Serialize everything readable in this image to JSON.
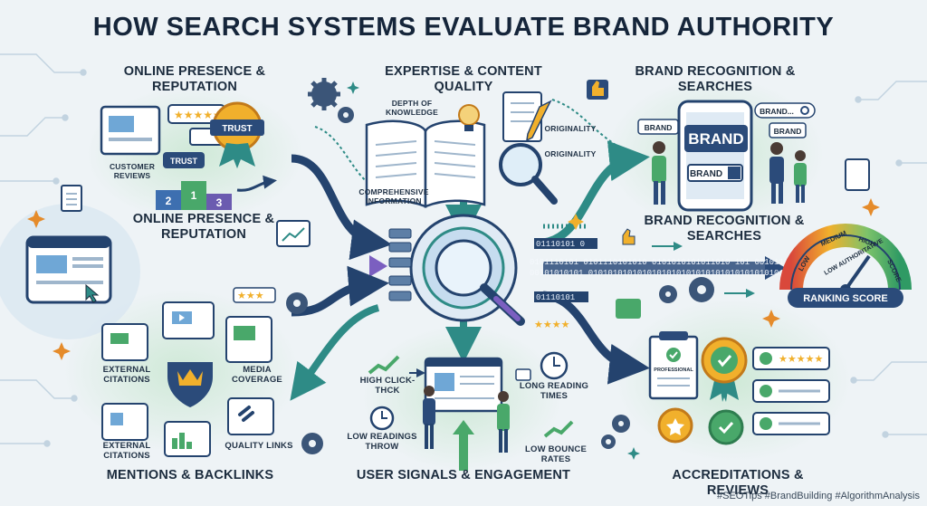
{
  "title": "HOW SEARCH SYSTEMS EVALUATE BRAND AUTHORITY",
  "sections": {
    "online_presence": {
      "heading": "ONLINE PRESENCE & REPUTATION",
      "heading_repeat": "ONLINE PRESENCE & REPUTATION",
      "badge": "TRUST",
      "small_badge": "TRUST",
      "customer_reviews": "CUSTOMER REVIEWS",
      "podium": [
        "2",
        "1",
        "3"
      ]
    },
    "expertise": {
      "heading": "EXPERTISE & CONTENT QUALITY",
      "depth_of_knowledge": "DEPTH OF KNOWLEDGE",
      "originality_1": "ORIGINALITY",
      "originality_2": "ORIGINALITY",
      "comprehensive_information": "COMPREHENSIVE INFORMATION"
    },
    "brand_recognition": {
      "heading": "BRAND RECOGNITION & SEARCHES",
      "heading_repeat": "BRAND RECOGNITION & SEARCHES",
      "phone_brand": "BRAND",
      "search_brand": "BRAND",
      "bubble_brand_left": "BRAND",
      "bubble_brand_right": "BRAND",
      "search_bar": "BRAND..."
    },
    "ranking": {
      "label": "RANKING SCORE",
      "gauge_labels": [
        "LOW",
        "MEDIUM",
        "HIGH",
        "SCORE"
      ],
      "gauge_inner": "LOW AUTHORITATIVE"
    },
    "mentions": {
      "heading": "MENTIONS & BACKLINKS",
      "external_citations_1": "EXTERNAL CITATIONS",
      "external_citations_2": "EXTERNAL CITATIONS",
      "media_coverage": "MEDIA COVERAGE",
      "quality_links": "QUALITY LINKS"
    },
    "user_signals": {
      "heading": "USER SIGNALS & ENGAGEMENT",
      "high_clickthrough": "HIGH CLICK-THCK",
      "low_readings": "LOW READINGS THROW",
      "long_reading": "LONG READING TIMES",
      "low_bounce": "LOW BOUNCE RATES"
    },
    "accreditations": {
      "heading": "ACCREDITATIONS & REVIEWS",
      "certificate": "PROFESSIONAL"
    }
  },
  "binary": {
    "top": "01110101 0",
    "mid1": "0101110101 0101110101010 0101010101011010 101 0010110100",
    "mid2": "00101010101 010101010101010101010101010101010101010101010",
    "bottom": "01110101"
  },
  "hashtags": "#SEOTips #BrandBuilding #AlgorithmAnalysis",
  "colors": {
    "navy": "#24436e",
    "teal": "#2e8b86",
    "green": "#49a86a",
    "orange": "#e58b2a",
    "gold": "#f1b02c",
    "purple": "#6b5bb0",
    "light_blue": "#d5e7f3"
  },
  "icons": [
    "gear-icon",
    "magnifier-icon",
    "thumbs-up-icon",
    "lightbulb-icon",
    "clock-icon",
    "crown-shield-icon",
    "link-icon",
    "play-icon",
    "star-icon",
    "checkmark-icon",
    "document-icon",
    "trend-arrow-icon"
  ]
}
